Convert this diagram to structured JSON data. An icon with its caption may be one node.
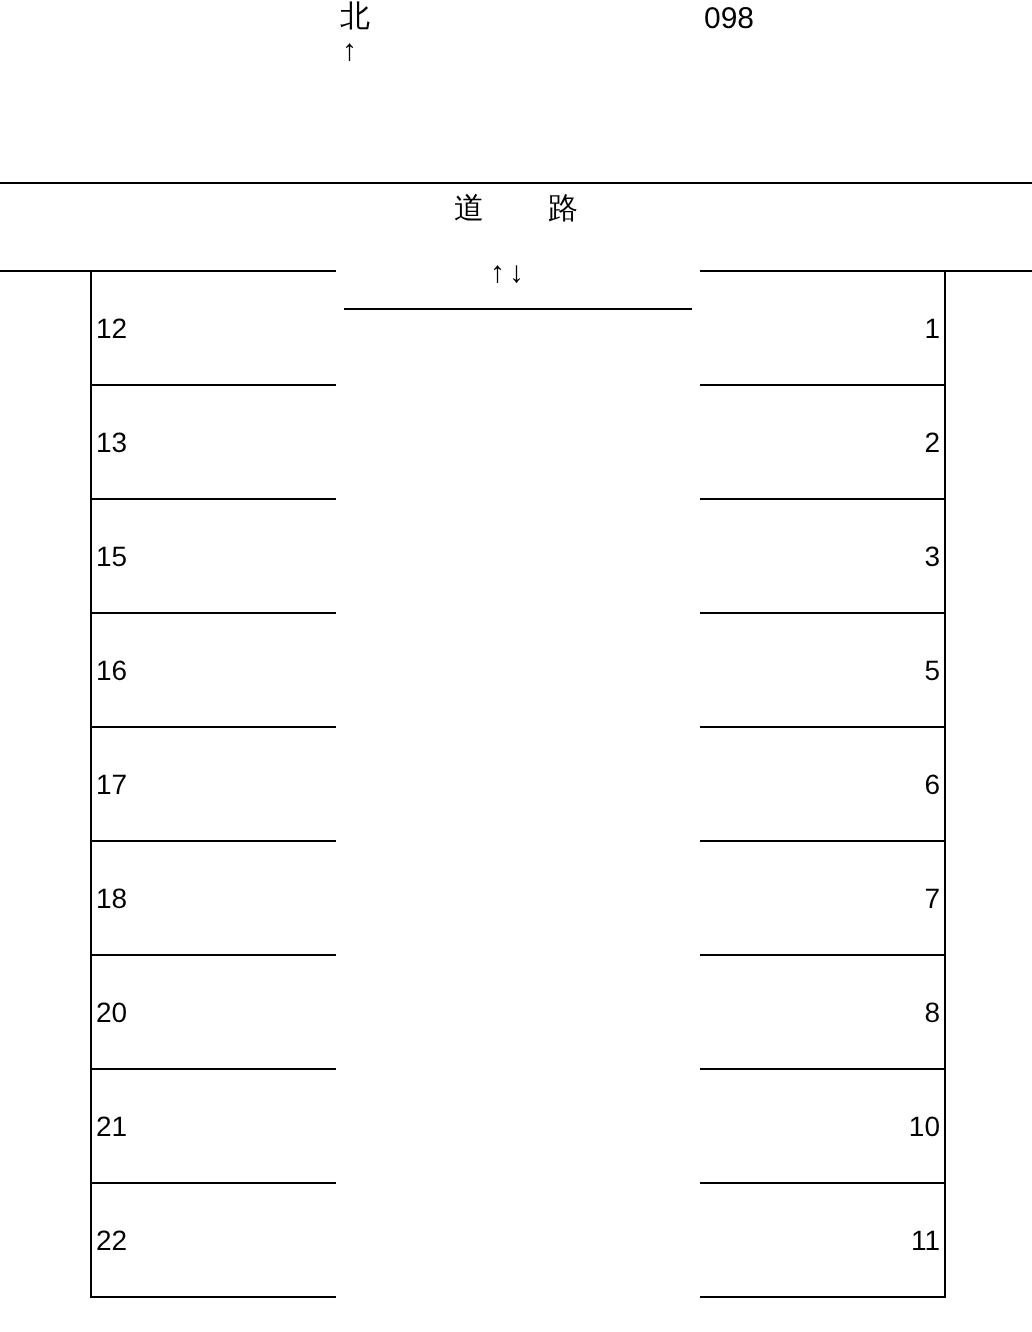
{
  "diagram": {
    "nodes": [
      {
        "text": [
          "道 路"
        ]
      },
      {
        "text": [
          "12"
        ]
      },
      {
        "text": [
          "1"
        ]
      },
      {
        "text": [
          "13"
        ]
      },
      {
        "text": [
          "2"
        ]
      },
      {
        "text": [
          "15"
        ]
      },
      {
        "text": [
          "3"
        ]
      },
      {
        "text": [
          "16"
        ]
      },
      {
        "text": [
          "5"
        ]
      },
      {
        "text": [
          "17"
        ]
      },
      {
        "text": [
          "6"
        ]
      },
      {
        "text": [
          "18"
        ]
      },
      {
        "text": [
          "7"
        ]
      },
      {
        "text": [
          "20"
        ]
      },
      {
        "text": [
          "8"
        ]
      },
      {
        "text": [
          "21"
        ]
      },
      {
        "text": [
          "10"
        ]
      },
      {
        "text": [
          "22"
        ]
      },
      {
        "text": [
          "11"
        ]
      }
    ],
    "labels": [
      "北",
      "↑",
      "098",
      "↑↓"
    ]
  }
}
